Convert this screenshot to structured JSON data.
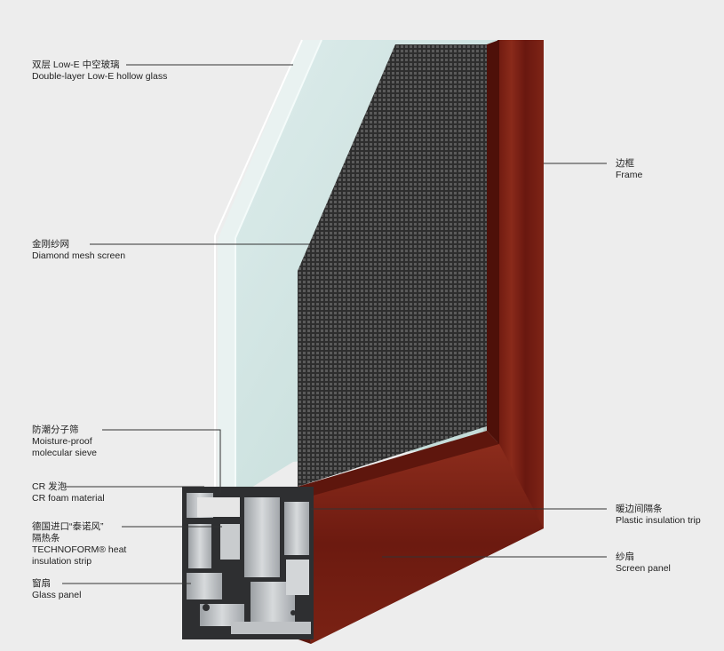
{
  "colors": {
    "frame_wood": "#7a1f14",
    "frame_wood_dark": "#5a140c",
    "aluminum": "#b8bcc0",
    "glass": "#cfe3e0",
    "mesh": "#3a3a3a",
    "background": "#ededed"
  },
  "labels": {
    "glass": {
      "cn": "双层 Low-E 中空玻璃",
      "en": "Double-layer Low-E hollow glass"
    },
    "frame": {
      "cn": "边框",
      "en": "Frame"
    },
    "mesh": {
      "cn": "金刚纱网",
      "en": "Diamond mesh screen"
    },
    "sieve": {
      "cn": "防潮分子筛",
      "en1": "Moisture-proof",
      "en2": "molecular sieve"
    },
    "foam": {
      "cn": "CR 发泡",
      "en": "CR foam material"
    },
    "strip": {
      "cn1": "德国进口“泰诺风”",
      "cn2": "隔热条",
      "en1": "TECHNOFORM® heat",
      "en2": "insulation strip"
    },
    "glass_panel": {
      "cn": "窗扇",
      "en": "Glass panel"
    },
    "plastic": {
      "cn": "暖边间隔条",
      "en": "Plastic insulation trip"
    },
    "screen_panel": {
      "cn": "纱扇",
      "en": "Screen panel"
    }
  }
}
